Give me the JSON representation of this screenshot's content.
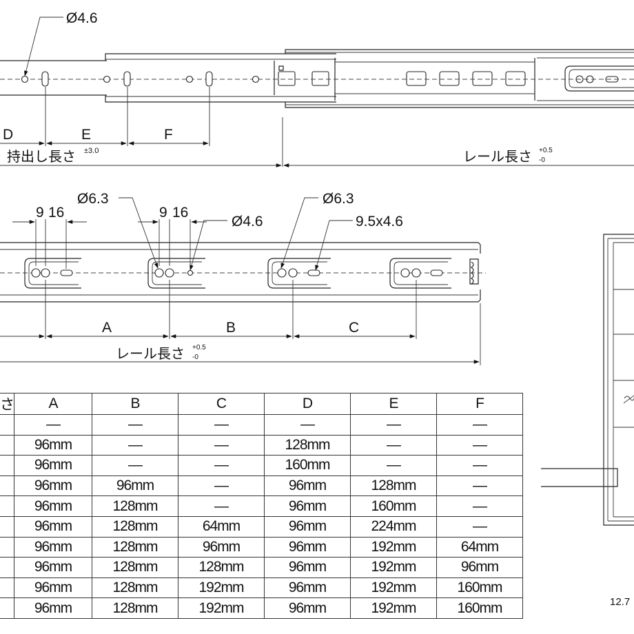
{
  "top_view": {
    "hole_dia_label": "Ø4.6",
    "dim_d": "D",
    "dim_e": "E",
    "dim_f": "F",
    "extension_label": "持出し長さ",
    "extension_tol": "±3.0",
    "rail_length_label": "レール長さ",
    "rail_tol_plus": "+0.5",
    "rail_tol_minus": "-0"
  },
  "side_view": {
    "dim_9_left": "9",
    "dim_16_left": "16",
    "dim_9_mid": "9",
    "dim_16_mid": "16",
    "hole_63_a": "Ø6.3",
    "hole_46": "Ø4.6",
    "hole_63_b": "Ø6.3",
    "slot_label": "9.5x4.6",
    "dim_a": "A",
    "dim_b": "B",
    "dim_c": "C",
    "rail_length_label": "レール長さ",
    "rail_tol_plus": "+0.5",
    "rail_tol_minus": "-0"
  },
  "right_view": {
    "bottom_label": "12.7"
  },
  "table": {
    "header": [
      "さ",
      "A",
      "B",
      "C",
      "D",
      "E",
      "F"
    ],
    "rows": [
      [
        "",
        "—",
        "—",
        "—",
        "—",
        "—",
        "—"
      ],
      [
        "",
        "96mm",
        "—",
        "—",
        "128mm",
        "—",
        "—"
      ],
      [
        "",
        "96mm",
        "—",
        "—",
        "160mm",
        "—",
        "—"
      ],
      [
        "",
        "96mm",
        "96mm",
        "—",
        "96mm",
        "128mm",
        "—"
      ],
      [
        "",
        "96mm",
        "128mm",
        "—",
        "96mm",
        "160mm",
        "—"
      ],
      [
        "",
        "96mm",
        "128mm",
        "64mm",
        "96mm",
        "224mm",
        "—"
      ],
      [
        "",
        "96mm",
        "128mm",
        "96mm",
        "96mm",
        "192mm",
        "64mm"
      ],
      [
        "",
        "96mm",
        "128mm",
        "128mm",
        "96mm",
        "192mm",
        "96mm"
      ],
      [
        "",
        "96mm",
        "128mm",
        "192mm",
        "96mm",
        "192mm",
        "160mm"
      ],
      [
        "",
        "96mm",
        "128mm",
        "192mm",
        "96mm",
        "192mm",
        "160mm"
      ]
    ]
  }
}
